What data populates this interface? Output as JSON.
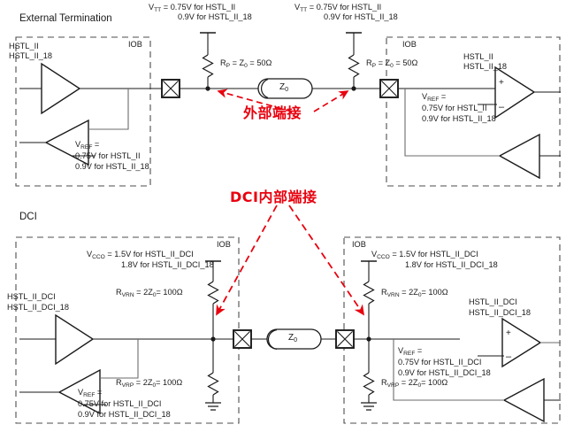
{
  "figure": {
    "title_top": "External Termination",
    "title_bottom": "DCI",
    "iob_label": "IOB",
    "line_symbol": "Z0",
    "pad_symbol": "pad-x-box"
  },
  "colors": {
    "line": "#1a1a1a",
    "text": "#1a1a1a",
    "annotation_red": "#e8010e",
    "dashed": "#555555",
    "wire_gray": "#6b6b6b"
  },
  "annotations": {
    "external": "外部端接",
    "dci": "DCI内部端接"
  },
  "top": {
    "section_label": "External Termination",
    "left_iob_label": "IOB",
    "right_iob_label": "IOB",
    "driver_standards": "HSTL_II\nHSTL_II_18",
    "receiver_standards": "HSTL_II\nHSTL_II_18",
    "vtt_left": "V_TT = 0.75V for HSTL_II\n0.9V for HSTL_II_18",
    "vtt_left_line1_a": "V",
    "vtt_left_line1_sub": "TT",
    "vtt_left_line1_b": " = 0.75V for HSTL_II",
    "vtt_left_line2": "0.9V for HSTL_II_18",
    "vtt_right_line1_a": "V",
    "vtt_right_line1_sub": "TT",
    "vtt_right_line1_b": " = 0.75V for HSTL_II",
    "vtt_right_line2": "0.9V for HSTL_II_18",
    "rp_left_a": "R",
    "rp_left_sub": "P",
    "rp_left_b": " = Z",
    "rp_left_sub2": "0",
    "rp_left_c": " = 50Ω",
    "rp_right_a": "R",
    "rp_right_sub": "P",
    "rp_right_b": " = Z",
    "rp_right_sub2": "0",
    "rp_right_c": " = 50Ω",
    "vref_left_a": "V",
    "vref_left_sub": "REF",
    "vref_left_b": " =",
    "vref_left_l2": "0.75V for HSTL_II",
    "vref_left_l3": "0.9V for HSTL_II_18",
    "vref_right_a": "V",
    "vref_right_sub": "REF",
    "vref_right_b": " =",
    "vref_right_l2": "0.75V for HSTL_II",
    "vref_right_l3": "0.9V for HSTL_II_18",
    "driver_std_l1": "HSTL_II",
    "driver_std_l2": "HSTL_II_18",
    "recv_std_l1": "HSTL_II",
    "recv_std_l2": "HSTL_II_18",
    "z0_label": "Z",
    "z0_sub": "0"
  },
  "bottom": {
    "section_label": "DCI",
    "left_iob_label": "IOB",
    "right_iob_label": "IOB",
    "driver_std_l1": "HSTL_II_DCI",
    "driver_std_l2": "HSTL_II_DCI_18",
    "recv_std_l1": "HSTL_II_DCI",
    "recv_std_l2": "HSTL_II_DCI_18",
    "vcco_left_a": "V",
    "vcco_left_sub": "CCO",
    "vcco_left_b": " = 1.5V for HSTL_II_DCI",
    "vcco_left_l2": "1.8V for HSTL_II_DCI_18",
    "vcco_right_a": "V",
    "vcco_right_sub": "CCO",
    "vcco_right_b": " = 1.5V for HSTL_II_DCI",
    "vcco_right_l2": "1.8V for HSTL_II_DCI_18",
    "rvrn_left_a": "R",
    "rvrn_left_sub": "VRN",
    "rvrn_left_b": " = 2Z",
    "rvrn_left_sub2": "0",
    "rvrn_left_c": "= 100Ω",
    "rvrn_right_a": "R",
    "rvrn_right_sub": "VRN",
    "rvrn_right_b": " = 2Z",
    "rvrn_right_sub2": "0",
    "rvrn_right_c": "= 100Ω",
    "rvrp_left_a": "R",
    "rvrp_left_sub": "VRP",
    "rvrp_left_b": " = 2Z",
    "rvrp_left_sub2": "0",
    "rvrp_left_c": "= 100Ω",
    "rvrp_right_a": "R",
    "rvrp_right_sub": "VRP",
    "rvrp_right_b": " = 2Z",
    "rvrp_right_sub2": "0",
    "rvrp_right_c": "= 100Ω",
    "vref_left_a": "V",
    "vref_left_sub": "REF",
    "vref_left_b": " =",
    "vref_left_l2": "0.75V for HSTL_II_DCI",
    "vref_left_l3": "0.9V for HSTL_II_DCI_18",
    "vref_right_a": "V",
    "vref_right_sub": "REF",
    "vref_right_b": " =",
    "vref_right_l2": "0.75V for HSTL_II_DCI",
    "vref_right_l3": "0.9V for HSTL_II_DCI_18",
    "z0_label": "Z",
    "z0_sub": "0"
  },
  "icons": {
    "pad": "io-pad-x-box-icon",
    "resistor": "resistor-zigzag-icon",
    "ground": "ground-icon",
    "supply_rail": "supply-rail-icon",
    "transmission_line": "transmission-line-icon",
    "buffer": "buffer-triangle-icon",
    "comparator": "comparator-triangle-icon",
    "arrow": "red-arrow-icon"
  }
}
